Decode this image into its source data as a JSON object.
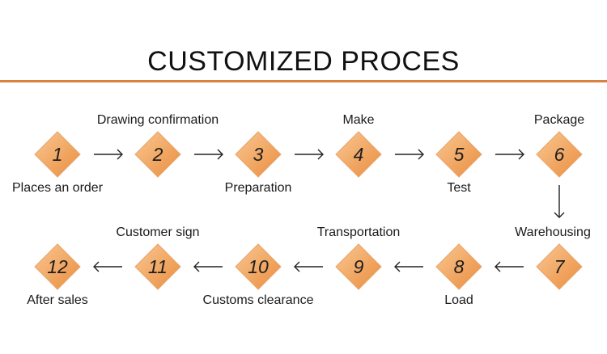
{
  "title": "CUSTOMIZED PROCES",
  "colors": {
    "accent_line": "#d9823f",
    "diamond_light": "#f9c792",
    "diamond_dark": "#ea8d3e",
    "diamond_border": "#e8a56a"
  },
  "steps": [
    {
      "number": "1",
      "label": "Places an order"
    },
    {
      "number": "2",
      "label": "Drawing confirmation"
    },
    {
      "number": "3",
      "label": "Preparation"
    },
    {
      "number": "4",
      "label": "Make"
    },
    {
      "number": "5",
      "label": "Test"
    },
    {
      "number": "6",
      "label": "Package"
    },
    {
      "number": "7",
      "label": "Warehousing"
    },
    {
      "number": "8",
      "label": "Load"
    },
    {
      "number": "9",
      "label": "Transportation"
    },
    {
      "number": "10",
      "label": "Customs clearance"
    },
    {
      "number": "11",
      "label": "Customer sign"
    },
    {
      "number": "12",
      "label": "After sales"
    }
  ]
}
